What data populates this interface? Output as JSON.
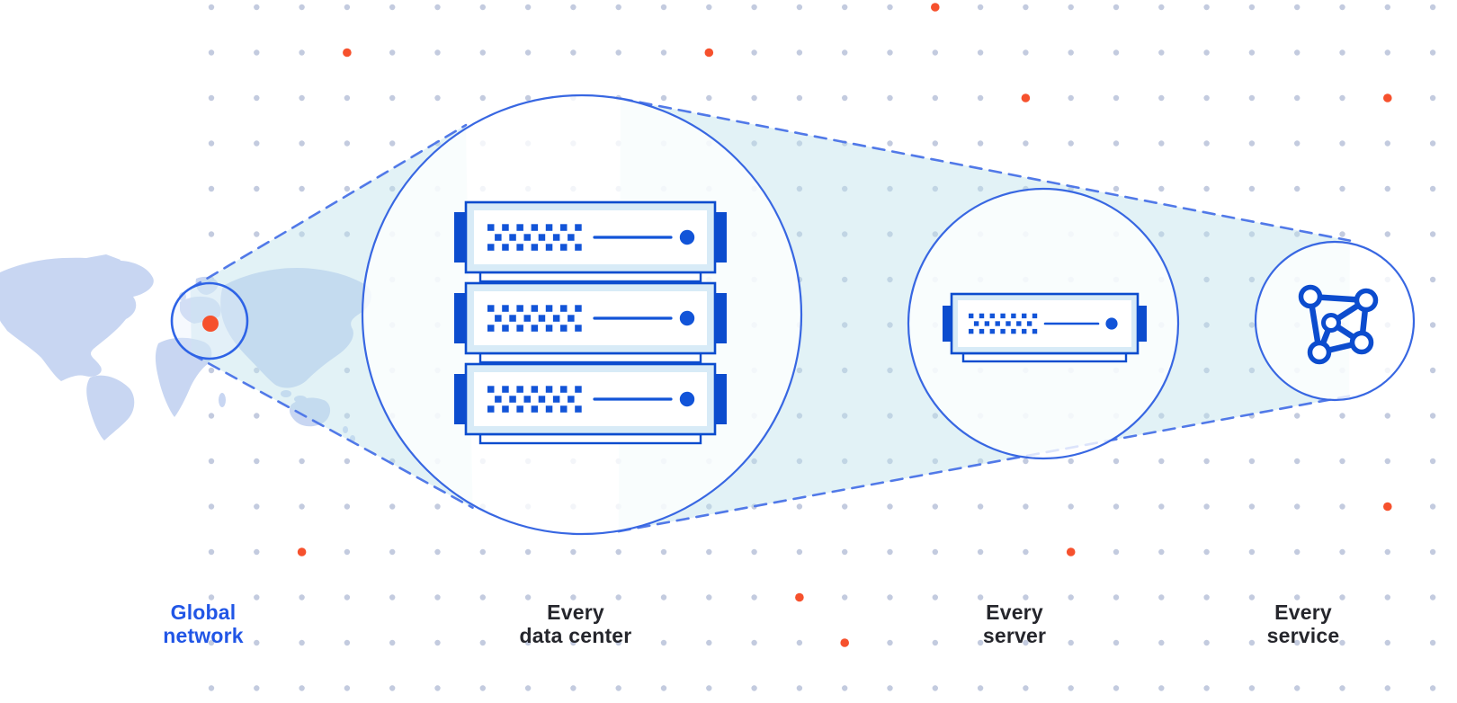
{
  "title": "Global network zoom diagram",
  "theme": {
    "stroke_blue": "#3867E2",
    "map_circle_blue": "#2E63E6",
    "dash_blue": "#5179E8",
    "dark_blue": "#0C4CCE",
    "matrix_blue": "#1254D8",
    "light_blue_fill": "#D8EBF7",
    "beam_fill": "#BFE3EC",
    "map_fill": "#C8D6F2",
    "grid_dot": "#C3CBDF",
    "orange": "#F6512D",
    "label_dark": "#25262C",
    "label_blue": "#2156E6"
  },
  "background": {
    "grid": {
      "cols": 28,
      "rows": 16,
      "orange_cells": [
        [
          16,
          0
        ],
        [
          3,
          1
        ],
        [
          11,
          1
        ],
        [
          18,
          2
        ],
        [
          26,
          2
        ],
        [
          26,
          11
        ],
        [
          2,
          12
        ],
        [
          19,
          12
        ],
        [
          13,
          13
        ],
        [
          14,
          14
        ]
      ]
    }
  },
  "map": {
    "marker_icon": "europe-location-dot"
  },
  "stages": [
    {
      "id": "global-network",
      "label": "Global\nnetwork",
      "icon": "world-map-highlight-circle"
    },
    {
      "id": "every-data-center",
      "label": "Every\ndata center",
      "icon": "server-rack-3-units"
    },
    {
      "id": "every-server",
      "label": "Every\nserver",
      "icon": "server-single-unit"
    },
    {
      "id": "every-service",
      "label": "Every\nservice",
      "icon": "network-graph"
    }
  ]
}
